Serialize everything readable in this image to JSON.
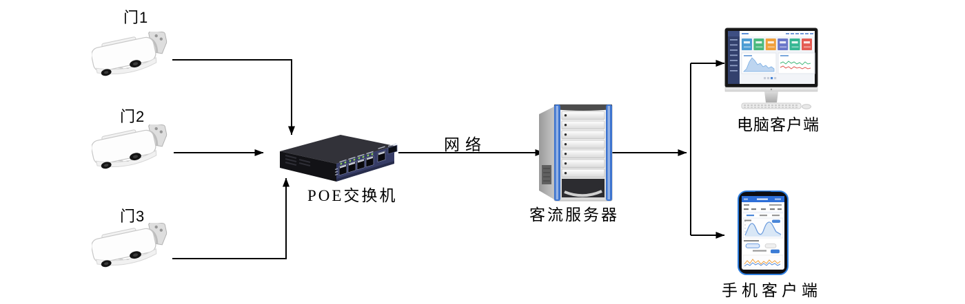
{
  "diagram_title": "passenger-flow-counting-system-topology",
  "nodes": {
    "door1": {
      "label": "门1",
      "type": "people-counter-camera"
    },
    "door2": {
      "label": "门2",
      "type": "people-counter-camera"
    },
    "door3": {
      "label": "门3",
      "type": "people-counter-camera"
    },
    "poe_switch": {
      "label": "POE交换机",
      "type": "poe-switch"
    },
    "server": {
      "label": "客流服务器",
      "type": "tower-server"
    },
    "pc_client": {
      "label": "电脑客户端",
      "type": "desktop-monitor-dashboard"
    },
    "mobile_client": {
      "label": "手机客户端",
      "type": "smartphone-dashboard"
    }
  },
  "edges": [
    {
      "from": "door1",
      "to": "poe_switch",
      "label": ""
    },
    {
      "from": "door2",
      "to": "poe_switch",
      "label": ""
    },
    {
      "from": "door3",
      "to": "poe_switch",
      "label": ""
    },
    {
      "from": "poe_switch",
      "to": "server",
      "label": "网络"
    },
    {
      "from": "server",
      "to": "junction",
      "label": ""
    },
    {
      "from": "junction",
      "to": "pc_client",
      "label": ""
    },
    {
      "from": "junction",
      "to": "mobile_client",
      "label": ""
    }
  ],
  "network_edge_label": "网络",
  "colors": {
    "background": "#ffffff",
    "line": "#000000",
    "label-text": "#000000",
    "switch-front": "#363c66",
    "switch-top": "#26262d",
    "server-rail": "#3d74cf",
    "monitor-sidebar": "#33416d",
    "phone-header": "#2e6fd8",
    "phone-rim": "#2f7fe0",
    "tile-1": "#4b9cd3",
    "tile-2": "#49b97c",
    "tile-3": "#f0a03c",
    "tile-4": "#6a77c9",
    "tile-5": "#35b793",
    "tile-6": "#e45b52"
  }
}
